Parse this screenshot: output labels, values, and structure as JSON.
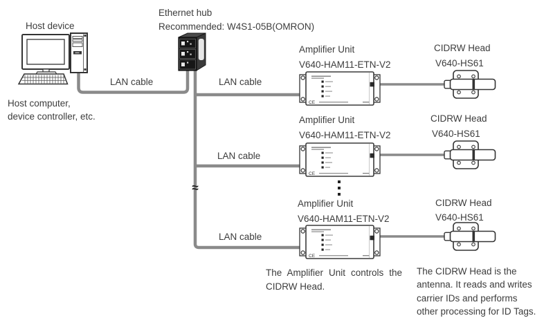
{
  "host": {
    "title": "Host device",
    "caption_lines": [
      "Host computer,",
      "device controller, etc."
    ]
  },
  "hub": {
    "title": "Ethernet hub",
    "recommended": "Recommended: W4S1-05B(OMRON)"
  },
  "lan_labels": [
    "LAN cable",
    "LAN cable",
    "LAN cable",
    "LAN cable"
  ],
  "rows": [
    {
      "amp_title": "Amplifier Unit",
      "amp_model": "V640-HAM11-ETN-V2",
      "head_title": "CIDRW Head",
      "head_model": "V640-HS61"
    },
    {
      "amp_title": "Amplifier Unit",
      "amp_model": "V640-HAM11-ETN-V2",
      "head_title": "CIDRW Head",
      "head_model": "V640-HS61"
    },
    {
      "amp_title": "Amplifier Unit",
      "amp_model": "V640-HAM11-ETN-V2",
      "head_title": "CIDRW Head",
      "head_model": "V640-HS61"
    }
  ],
  "amp_face": {
    "ce": "CE"
  },
  "symbols": {
    "break": "≈"
  },
  "notes": {
    "amp_lines": [
      "The Amplifier Unit controls the",
      "CIDRW Head."
    ],
    "head_lines": [
      "The CIDRW Head is the",
      "antenna. It reads and writes",
      "carrier IDs and performs",
      "other processing for ID Tags."
    ]
  },
  "colors": {
    "cable": "#8a8a8a",
    "outline": "#333333",
    "text": "#3c3c3c",
    "hub_body": "#1f1f1f"
  }
}
